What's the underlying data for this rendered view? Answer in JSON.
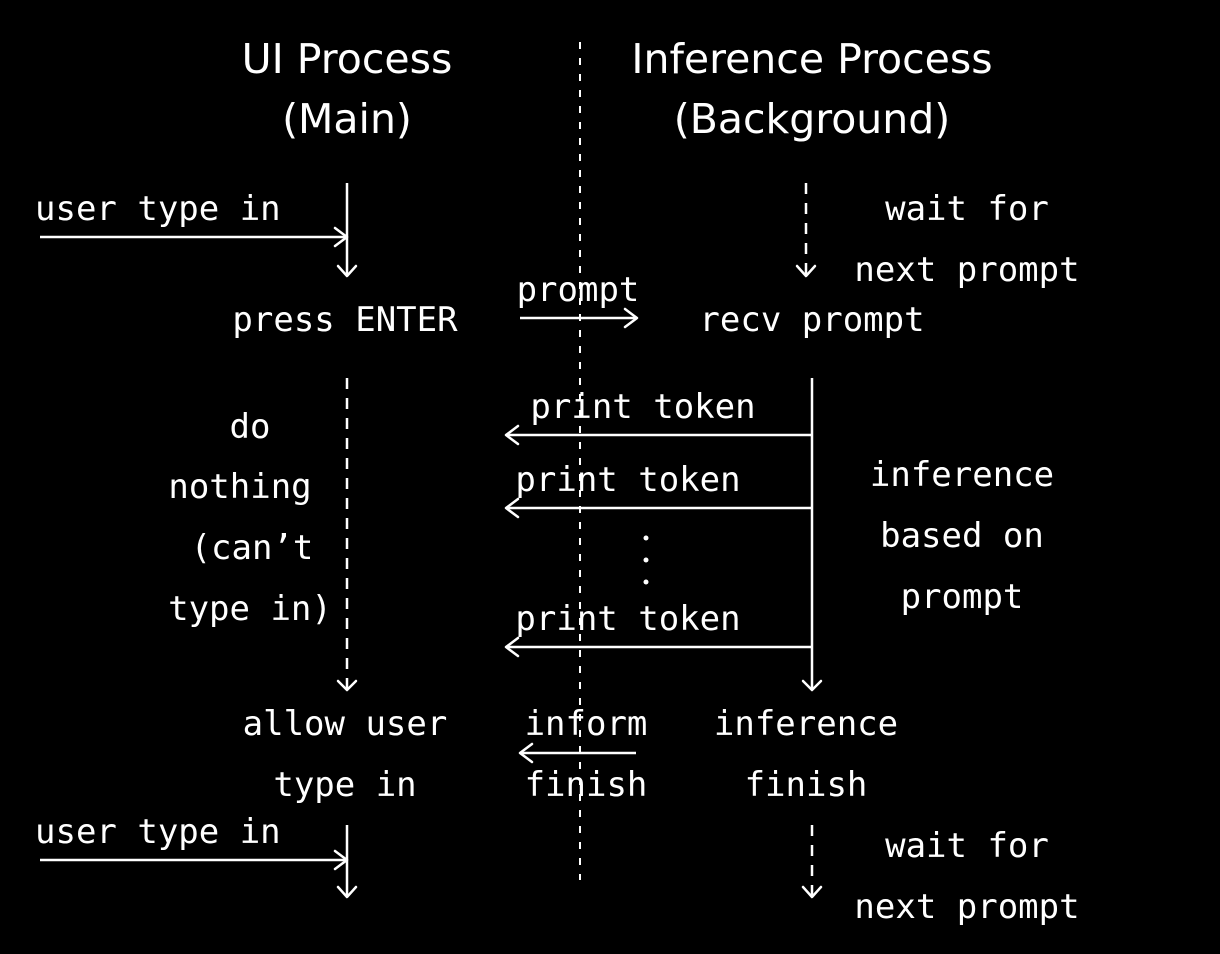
{
  "colors": {
    "background": "#000000",
    "foreground": "#ffffff"
  },
  "headers": {
    "ui": {
      "line1": "UI Process",
      "line2": "(Main)"
    },
    "inference": {
      "line1": "Inference Process",
      "line2": "(Background)"
    }
  },
  "ui": {
    "user_type_in_1": "user type in",
    "press_enter": "press ENTER",
    "do_nothing": [
      "do",
      "nothing",
      "(can’t",
      "type in)"
    ],
    "allow_user": [
      "allow user",
      "type in"
    ],
    "user_type_in_2": "user type in"
  },
  "messages": {
    "prompt": "prompt",
    "print_token": [
      "print token",
      "print token",
      "print token"
    ],
    "inform_finish": [
      "inform",
      "finish"
    ]
  },
  "inference": {
    "wait_for_1": [
      "wait for",
      "next prompt"
    ],
    "recv_prompt": "recv prompt",
    "inference_based": [
      "inference",
      "based on",
      "prompt"
    ],
    "inference_finish": [
      "inference",
      "finish"
    ],
    "wait_for_2": [
      "wait for",
      "next prompt"
    ]
  }
}
